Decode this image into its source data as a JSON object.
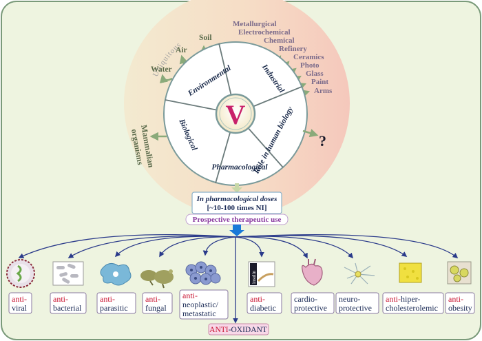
{
  "center_symbol": "V",
  "ubiquitous_label": "Ubiquitous",
  "sources": [
    "Soil",
    "Air",
    "Water"
  ],
  "sectors": {
    "environmental": "Environmental",
    "industrial": "Industrial",
    "role": "Role in human biology",
    "pharmacological": "Pharmacological",
    "biological": "Biological"
  },
  "industrial_uses": [
    "Metallurgical",
    "Electrochemical",
    "Chemical",
    "Refinery",
    "Ceramics",
    "Photo",
    "Glass",
    "Paint",
    "Arms"
  ],
  "unknown_mark": "?",
  "biological_targets": [
    "Mammalian",
    "organisms"
  ],
  "pharm_doses": {
    "line1": "In pharmacological doses",
    "line2": "[~10-100 times NI]"
  },
  "therapeutic_label": "Prospective therapeutic use",
  "insulin_label": "insulin",
  "effects": [
    {
      "prefix": "anti-",
      "rest": "viral"
    },
    {
      "prefix": "anti-",
      "rest": "bacterial"
    },
    {
      "prefix": "anti-",
      "rest": "parasitic"
    },
    {
      "prefix": "anti-",
      "rest": "fungal"
    },
    {
      "prefix": "anti-",
      "rest": "neoplastic/",
      "rest2": "metastatic"
    },
    {
      "prefix": "anti-",
      "rest": "diabetic"
    },
    {
      "line1": "cardio-",
      "line2": "protective"
    },
    {
      "line1": "neuro-",
      "line2": "protective"
    },
    {
      "prefix": "anti-",
      "rest": "hiper-",
      "rest2": "cholesterolemic"
    },
    {
      "prefix": "anti-",
      "rest": "obesity"
    }
  ],
  "antioxidant": {
    "prefix": "ANTI",
    "rest": "-OXIDANT"
  },
  "colors": {
    "background": "#eef4e0",
    "frame": "#7a9a7a",
    "circle_left": "#f4e8c8",
    "circle_right": "#f6cdc0",
    "arrows": "#2a3a8a",
    "center": "#c8206a"
  }
}
